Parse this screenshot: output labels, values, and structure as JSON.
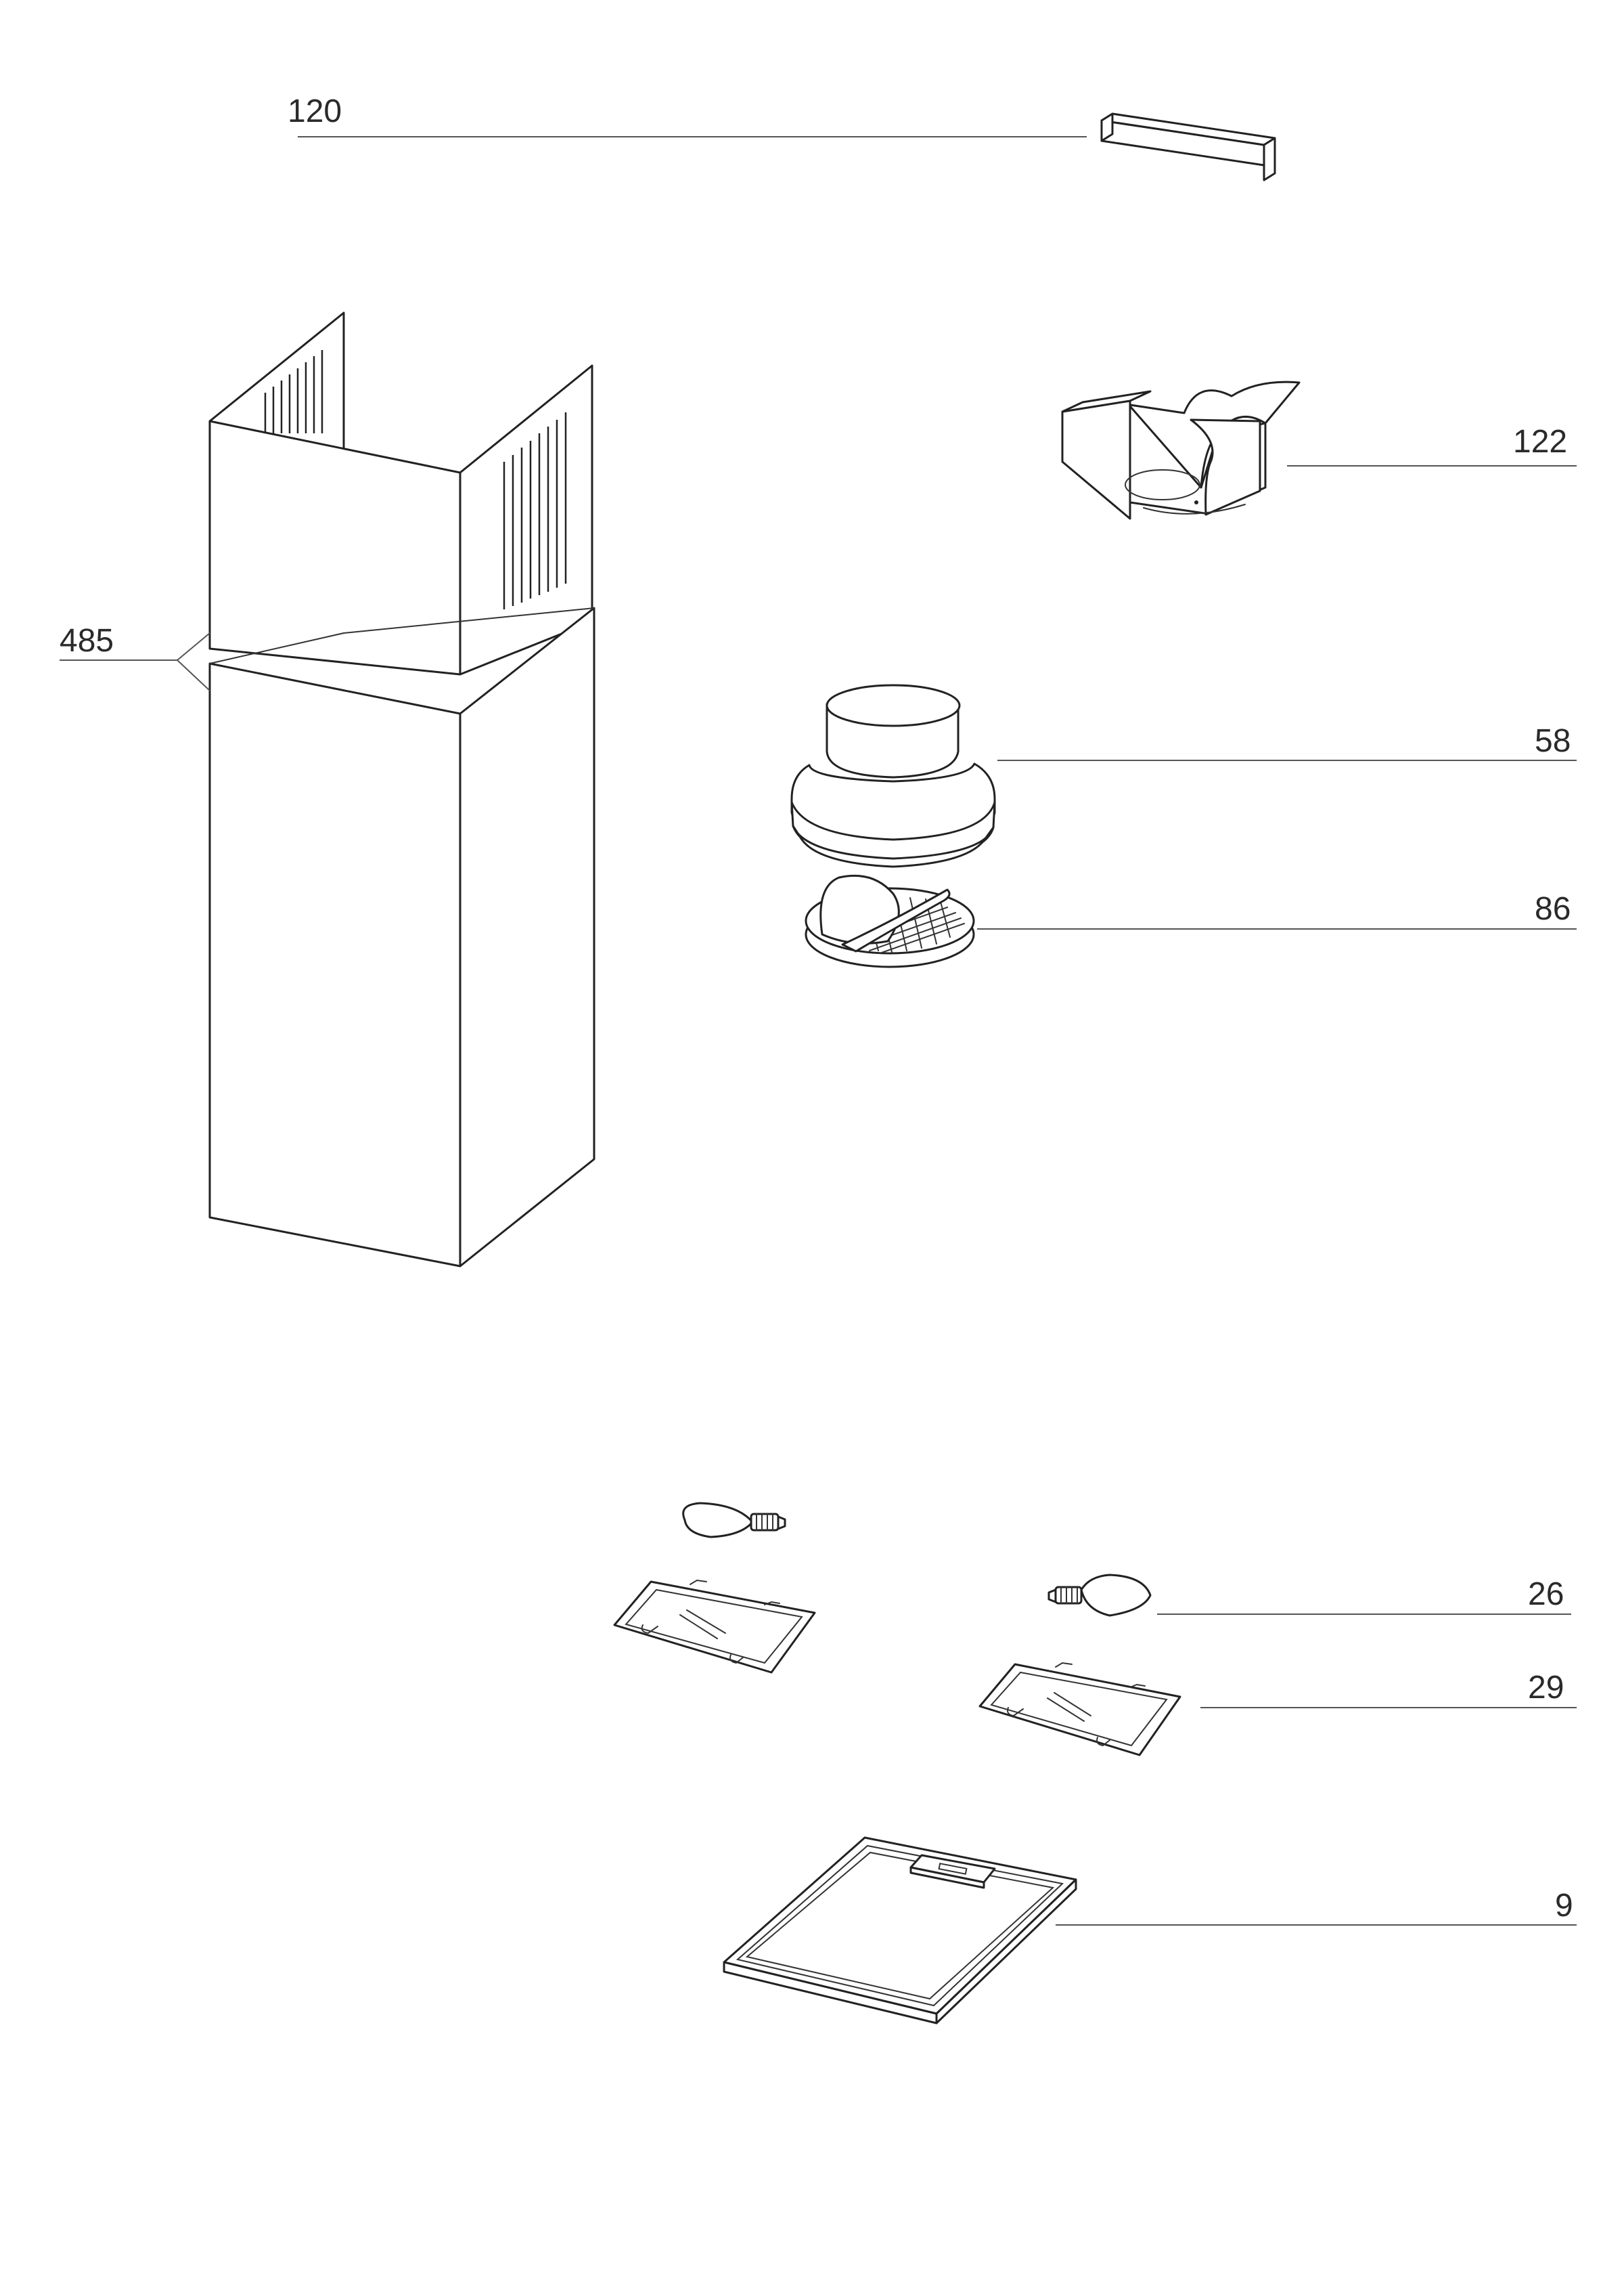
{
  "diagram": {
    "parts": [
      {
        "id": "120",
        "name": "bracket"
      },
      {
        "id": "122",
        "name": "outlet-box"
      },
      {
        "id": "485",
        "name": "chimney"
      },
      {
        "id": "58",
        "name": "duct-adapter"
      },
      {
        "id": "86",
        "name": "back-flow-damper"
      },
      {
        "id": "26",
        "name": "bulb"
      },
      {
        "id": "29",
        "name": "lamp-glass"
      },
      {
        "id": "9",
        "name": "grease-filter"
      }
    ]
  }
}
